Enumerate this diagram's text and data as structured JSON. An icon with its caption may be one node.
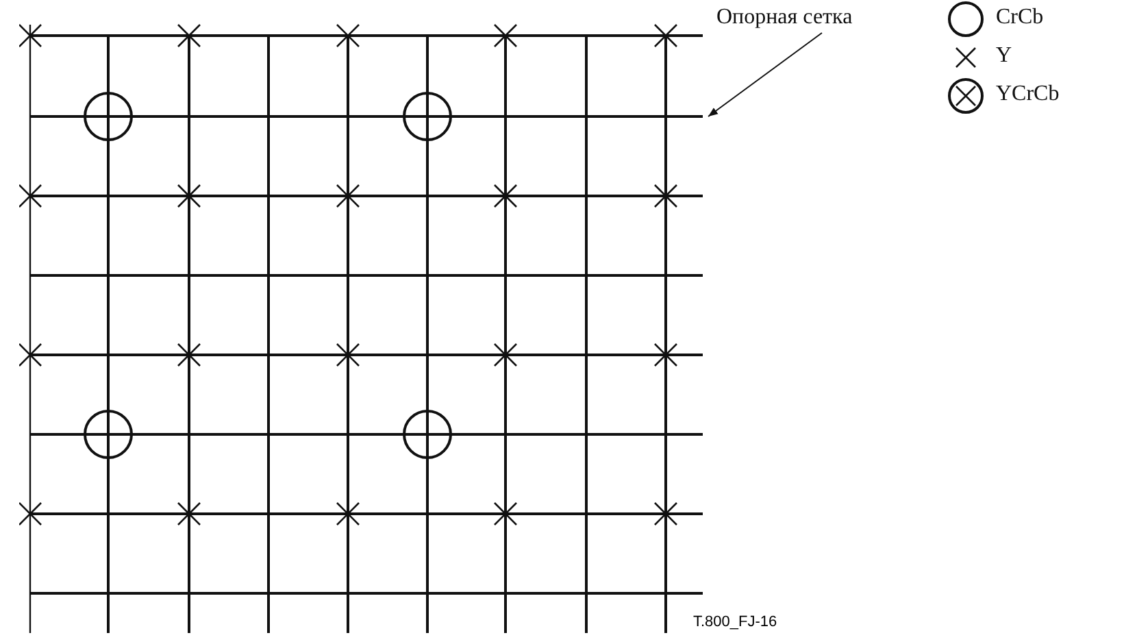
{
  "diagram": {
    "nodes": [
      {
        "text": [
          "Опорная сетка"
        ]
      },
      {
        "text": [],
        "shape": "grid"
      }
    ],
    "edges": [
      {
        "from": 0,
        "to": 1,
        "arrow": "to"
      }
    ],
    "labels": [
      "T.800_FJ-16"
    ],
    "legend": [
      {
        "text": "CrCb"
      },
      {
        "text": "Y"
      },
      {
        "text": "YCrCb"
      }
    ]
  }
}
